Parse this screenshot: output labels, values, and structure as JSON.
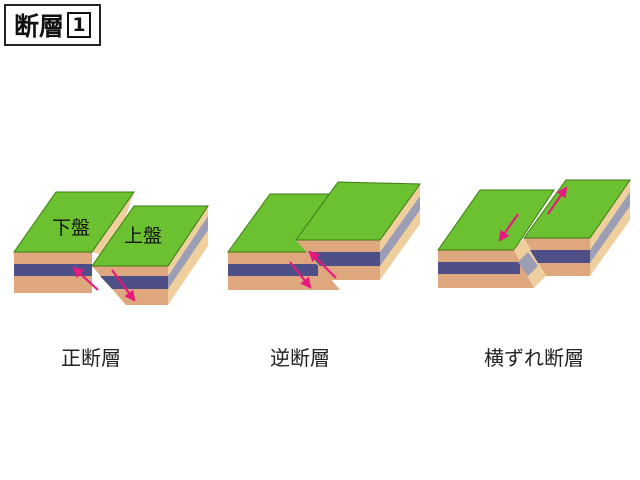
{
  "title": {
    "text": "断層",
    "number": "1"
  },
  "faults": [
    {
      "id": "normal",
      "caption": "正断層"
    },
    {
      "id": "reverse",
      "caption": "逆断層"
    },
    {
      "id": "strike-slip",
      "caption": "横ずれ断層"
    }
  ],
  "labels": {
    "footwall": "下盤",
    "hanging_wall": "上盤"
  },
  "colors": {
    "grass": "#6bc130",
    "sand": "#dfa77e",
    "sand_right": "#f0cf9f",
    "dark_layer": "#4e4f86",
    "gray_layer": "#9b9eb5",
    "arrow": "#e8197e"
  }
}
